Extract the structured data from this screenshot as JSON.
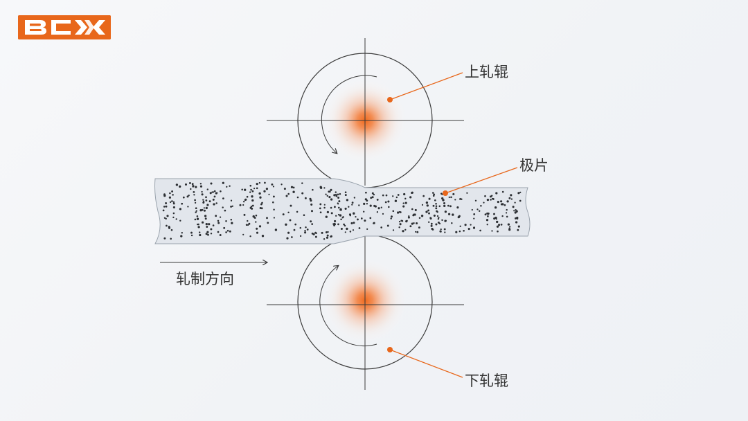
{
  "logo": {
    "text": "BCX",
    "color": "#e8671b"
  },
  "labels": {
    "upper_roller": "上轧辊",
    "electrode_sheet": "极片",
    "lower_roller": "下轧辊",
    "rolling_direction": "轧制方向"
  },
  "colors": {
    "accent": "#e8671b",
    "line": "#3a3a3a",
    "sheet_fill": "#e2e6ec"
  }
}
